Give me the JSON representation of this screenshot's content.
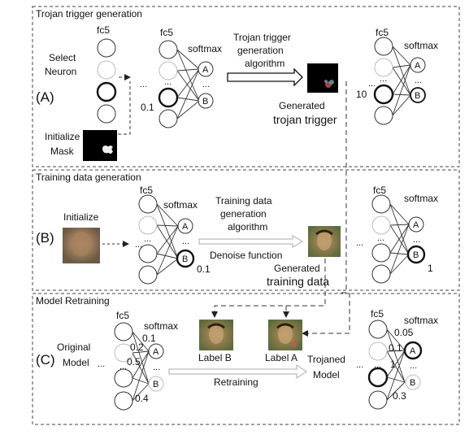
{
  "panels": {
    "a": {
      "header": "Trojan trigger generation",
      "letter": "(A)",
      "select_neuron_1": "Select",
      "select_neuron_2": "Neuron",
      "initialize_mask_1": "Initialize",
      "initialize_mask_2": "Mask",
      "fc5_left": "fc5",
      "fc5_mid": "fc5",
      "softmax_mid": "softmax",
      "value_01": "0.1",
      "node_a": "A",
      "node_b": "B",
      "algo_1": "Trojan trigger",
      "algo_2": "generation",
      "algo_3": "algorithm",
      "generated_1": "Generated",
      "generated_2": "trojan trigger",
      "value_10": "10",
      "fc5_right": "fc5",
      "softmax_right": "softmax",
      "node_a2": "A",
      "node_b2": "B"
    },
    "b": {
      "header": "Training data generation",
      "letter": "(B)",
      "initialize": "Initialize",
      "fc5_mid": "fc5",
      "softmax_mid": "softmax",
      "node_a": "A",
      "node_b": "B",
      "value_01": "0.1",
      "algo_1": "Training data",
      "algo_2": "generation",
      "algo_3": "algorithm",
      "denoise": "Denoise function",
      "generated_1": "Generated",
      "generated_2": "training data",
      "fc5_right": "fc5",
      "softmax_right": "softmax",
      "node_a2": "A",
      "node_b2": "B",
      "value_1": "1"
    },
    "c": {
      "header": "Model Retraining",
      "letter": "(C)",
      "original_1": "Original",
      "original_2": "Model",
      "fc5_left": "fc5",
      "softmax_left": "softmax",
      "v01": "0.1",
      "v02": "0.2",
      "v05": "0.5",
      "v04": "0.4",
      "node_a": "A",
      "node_b": "B",
      "label_b": "Label B",
      "label_a": "Label A",
      "retraining": "Retraining",
      "trojaned_1": "Trojaned",
      "trojaned_2": "Model",
      "fc5_right": "fc5",
      "softmax_right": "softmax",
      "v005": "0.05",
      "v01b": "0.1",
      "v1": "1",
      "v03": "0.3",
      "node_a2": "A",
      "node_b2": "B"
    }
  },
  "ellipsis": "..."
}
